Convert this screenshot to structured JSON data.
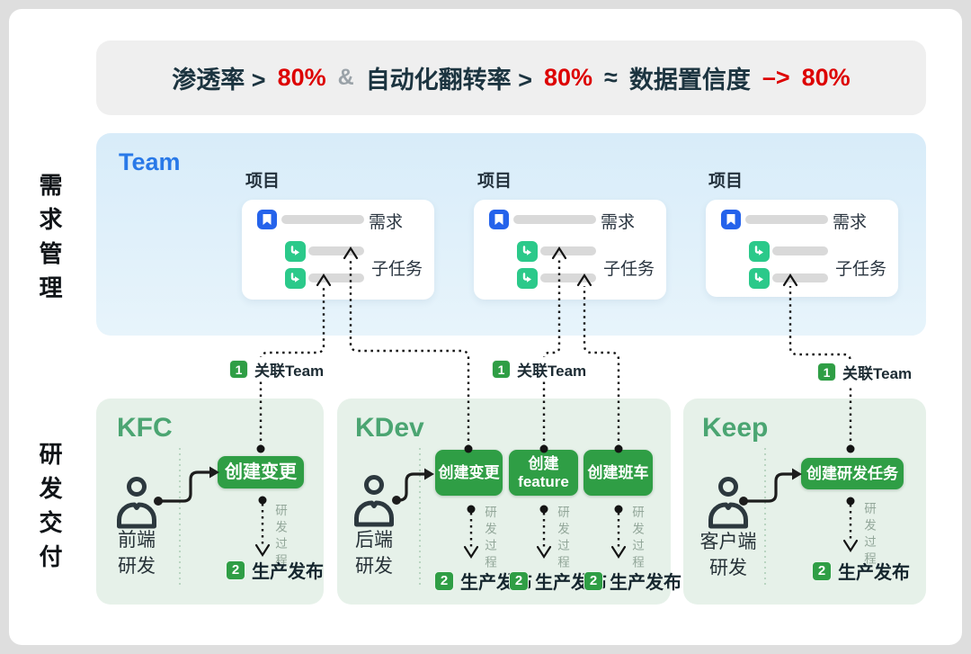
{
  "banner": {
    "metric1": "渗透率 >",
    "metric1_value": "80%",
    "amp": "&",
    "metric2": "自动化翻转率 >",
    "metric2_value": "80%",
    "approx": "≈",
    "metric3": "数据置信度",
    "metric3_arrow": "–>",
    "metric3_value": "80%"
  },
  "side_labels": {
    "top": "需求管理",
    "bottom": "研发交付"
  },
  "team": {
    "title": "Team",
    "projects": [
      {
        "label": "项目",
        "requirement": "需求",
        "subtask": "子任务"
      },
      {
        "label": "项目",
        "requirement": "需求",
        "subtask": "子任务"
      },
      {
        "label": "项目",
        "requirement": "需求",
        "subtask": "子任务"
      }
    ]
  },
  "steps": {
    "step1_num": "1",
    "step1_label": "关联Team",
    "step2_num": "2",
    "step2_label": "生产发布",
    "process_label": "研发过程"
  },
  "delivery": {
    "cards": [
      {
        "title": "KFC",
        "role_line1": "前端",
        "role_line2": "研发",
        "buttons": [
          {
            "label": "创建变更"
          }
        ]
      },
      {
        "title": "KDev",
        "role_line1": "后端",
        "role_line2": "研发",
        "buttons": [
          {
            "label": "创建变更"
          },
          {
            "line1": "创建",
            "line2": "feature"
          },
          {
            "label": "创建班车"
          }
        ]
      },
      {
        "title": "Keep",
        "role_line1": "客户端",
        "role_line2": "研发",
        "buttons": [
          {
            "label": "创建研发任务"
          }
        ]
      }
    ]
  },
  "colors": {
    "highlight_red": "#dd0000",
    "dark_navy": "#1c3440",
    "team_blue": "#2979e8",
    "team_bg": "#d8ecf9",
    "requirement_icon_blue": "#2563eb",
    "subtask_icon_mint": "#2bc98a",
    "action_green": "#2f9e45",
    "card_green_bg": "#e6f1e9",
    "card_title_green": "#4ba572",
    "bar_gray": "#d9d9d9"
  }
}
